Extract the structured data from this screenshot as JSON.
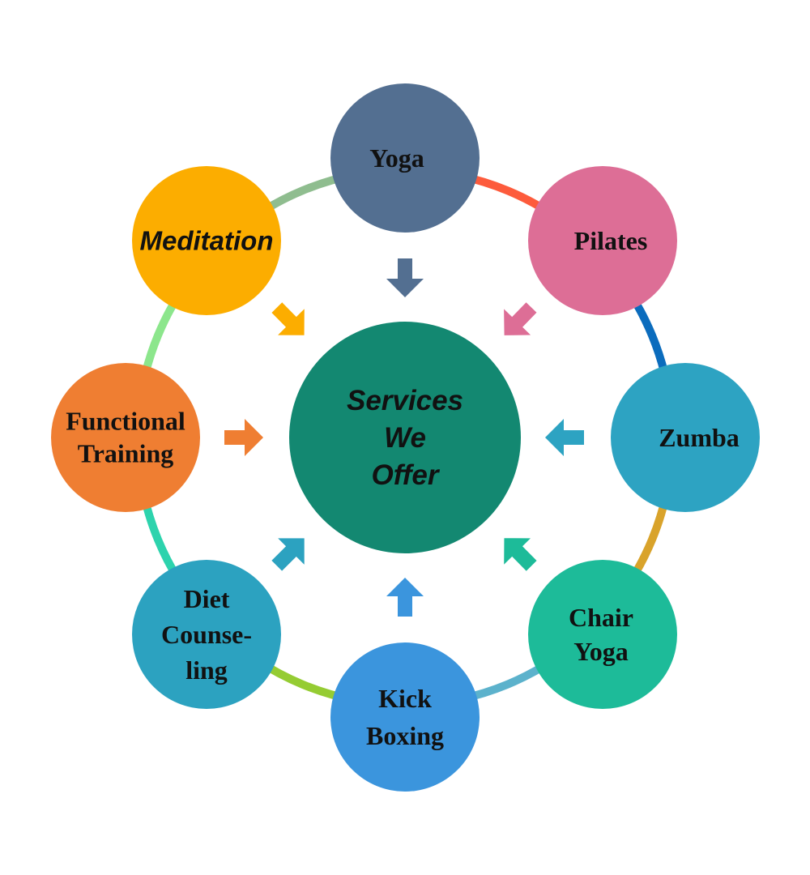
{
  "center": {
    "lines": [
      "Services",
      "We",
      "Offer"
    ],
    "color": "#138871"
  },
  "services": [
    {
      "id": "yoga",
      "lines": [
        "Yoga"
      ],
      "color": "#536f91",
      "ring_color": "#fd5b3c",
      "arrow_color": "#536f91",
      "style": "serif"
    },
    {
      "id": "pilates",
      "lines": [
        "Pilates"
      ],
      "color": "#dd6e96",
      "ring_color": "#0b6cbd",
      "arrow_color": "#dd6e96",
      "style": "serif"
    },
    {
      "id": "zumba",
      "lines": [
        "Zumba"
      ],
      "color": "#2da3c2",
      "ring_color": "#d9a32b",
      "arrow_color": "#2da3c2",
      "style": "serif"
    },
    {
      "id": "chair-yoga",
      "lines": [
        "Chair",
        "Yoga"
      ],
      "color": "#1dbb99",
      "ring_color": "#5cb2cc",
      "arrow_color": "#1dbb99",
      "style": "serif"
    },
    {
      "id": "kick-boxing",
      "lines": [
        "Kick",
        "Boxing"
      ],
      "color": "#3b95dd",
      "ring_color": "#95cc33",
      "arrow_color": "#3b95dd",
      "style": "serif"
    },
    {
      "id": "diet-counseling",
      "lines": [
        "Diet",
        "Counse-",
        "ling"
      ],
      "color": "#2ca2c0",
      "ring_color": "#2dd3ad",
      "arrow_color": "#2ca2c0",
      "style": "serif"
    },
    {
      "id": "functional-training",
      "lines": [
        "Functional",
        "Training"
      ],
      "color": "#ef7e32",
      "ring_color": "#8ce68c",
      "arrow_color": "#ef7e32",
      "style": "serif"
    },
    {
      "id": "meditation",
      "lines": [
        "Meditation"
      ],
      "color": "#fcad00",
      "ring_color": "#8fbd8f",
      "arrow_color": "#fcad00",
      "style": "sans"
    }
  ]
}
